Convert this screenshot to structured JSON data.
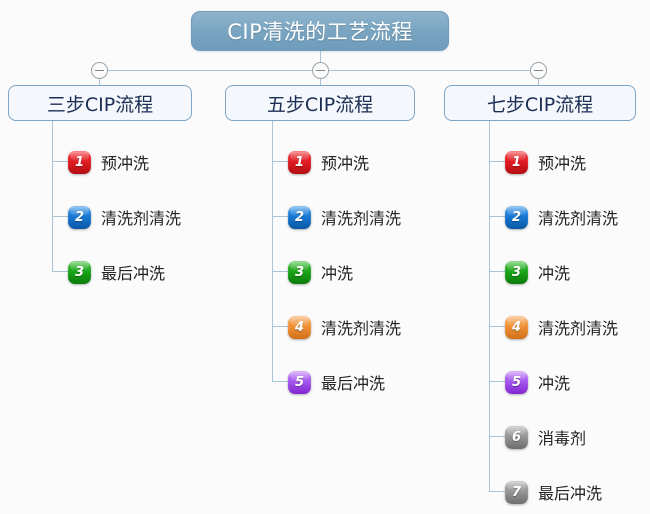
{
  "diagram": {
    "type": "mind-map",
    "root": {
      "label": "CIP清洗的工艺流程"
    },
    "branches": [
      {
        "id": "three-step",
        "label": "三步CIP流程",
        "collapse_icon": "minus-circle-icon",
        "items": [
          {
            "number": "1",
            "label": "预冲洗",
            "color": "#e01c22",
            "color_name": "red"
          },
          {
            "number": "2",
            "label": "清洗剂清洗",
            "color": "#1677d2",
            "color_name": "blue"
          },
          {
            "number": "3",
            "label": "最后冲洗",
            "color": "#19a318",
            "color_name": "green"
          }
        ]
      },
      {
        "id": "five-step",
        "label": "五步CIP流程",
        "collapse_icon": "minus-circle-icon",
        "items": [
          {
            "number": "1",
            "label": "预冲洗",
            "color": "#e01c22",
            "color_name": "red"
          },
          {
            "number": "2",
            "label": "清洗剂清洗",
            "color": "#1677d2",
            "color_name": "blue"
          },
          {
            "number": "3",
            "label": "冲洗",
            "color": "#19a318",
            "color_name": "green"
          },
          {
            "number": "4",
            "label": "清洗剂清洗",
            "color": "#ef8f34",
            "color_name": "orange"
          },
          {
            "number": "5",
            "label": "最后冲洗",
            "color": "#a355ec",
            "color_name": "purple"
          }
        ]
      },
      {
        "id": "seven-step",
        "label": "七步CIP流程",
        "collapse_icon": "minus-circle-icon",
        "items": [
          {
            "number": "1",
            "label": "预冲洗",
            "color": "#e01c22",
            "color_name": "red"
          },
          {
            "number": "2",
            "label": "清洗剂清洗",
            "color": "#1677d2",
            "color_name": "blue"
          },
          {
            "number": "3",
            "label": "冲洗",
            "color": "#19a318",
            "color_name": "green"
          },
          {
            "number": "4",
            "label": "清洗剂清洗",
            "color": "#ef8f34",
            "color_name": "orange"
          },
          {
            "number": "5",
            "label": "冲洗",
            "color": "#a355ec",
            "color_name": "purple"
          },
          {
            "number": "6",
            "label": "消毒剂",
            "color": "#949494",
            "color_name": "gray"
          },
          {
            "number": "7",
            "label": "最后冲洗",
            "color": "#949494",
            "color_name": "gray"
          }
        ]
      }
    ],
    "theme": {
      "background": "#fbfbfb",
      "root_fill": "#79a5c1",
      "root_text": "#ffffff",
      "branch_fill": "#f4f7fb",
      "branch_border": "#7ea6c9",
      "branch_text": "#1b2e53",
      "connector": "#a8c4d9",
      "leaf_text": "#222222"
    }
  }
}
